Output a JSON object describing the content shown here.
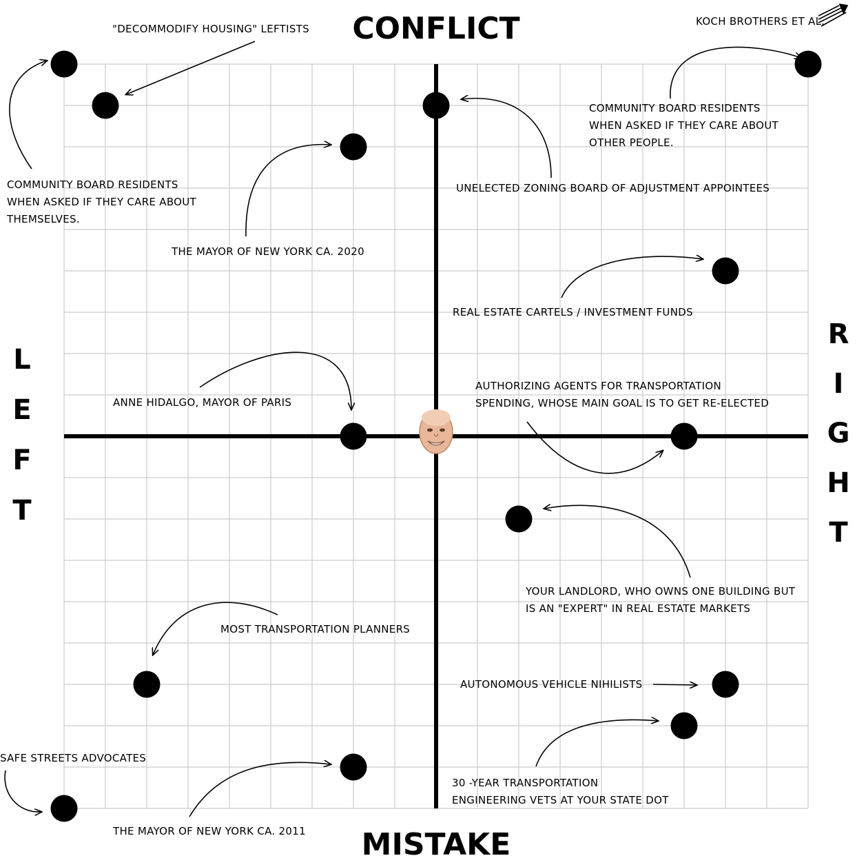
{
  "chart_data": {
    "type": "scatter",
    "title": "",
    "axis_labels": {
      "top": "CONFLICT",
      "bottom": "MISTAKE",
      "left": "LEFT",
      "right": "RIGHT"
    },
    "xlim": [
      -9,
      9
    ],
    "ylim": [
      -9,
      9
    ],
    "grid": true,
    "center_marker": {
      "x": 0,
      "y": 0,
      "icon": "face-photo-icon"
    },
    "points": [
      {
        "x": -9,
        "y": 9
      },
      {
        "x": -8,
        "y": 8
      },
      {
        "x": 0,
        "y": 8
      },
      {
        "x": 9,
        "y": 9
      },
      {
        "x": -2,
        "y": 7
      },
      {
        "x": 7,
        "y": 4
      },
      {
        "x": -2,
        "y": 0
      },
      {
        "x": 6,
        "y": 0
      },
      {
        "x": 2,
        "y": -2
      },
      {
        "x": -7,
        "y": -6
      },
      {
        "x": 7,
        "y": -6
      },
      {
        "x": 6,
        "y": -7
      },
      {
        "x": -2,
        "y": -8
      },
      {
        "x": -9,
        "y": -9
      }
    ],
    "annotations": [
      {
        "lines": [
          "\"DECOMMODIFY HOUSING\" LEFTISTS"
        ]
      },
      {
        "lines": [
          "KOCH BROTHERS ET AL."
        ]
      },
      {
        "lines": [
          "COMMUNITY BOARD RESIDENTS",
          "WHEN ASKED IF THEY CARE ABOUT",
          "OTHER PEOPLE."
        ]
      },
      {
        "lines": [
          "UNELECTED ZONING BOARD OF ADJUSTMENT APPOINTEES"
        ]
      },
      {
        "lines": [
          "COMMUNITY BOARD RESIDENTS",
          "WHEN ASKED IF THEY CARE ABOUT",
          "THEMSELVES."
        ]
      },
      {
        "lines": [
          "THE MAYOR OF NEW YORK CA. 2020"
        ]
      },
      {
        "lines": [
          "REAL ESTATE CARTELS / INVESTMENT FUNDS"
        ]
      },
      {
        "lines": [
          "ANNE HIDALGO, MAYOR OF PARIS"
        ]
      },
      {
        "lines": [
          "AUTHORIZING AGENTS FOR TRANSPORTATION",
          "SPENDING, WHOSE MAIN GOAL IS TO GET RE-ELECTED"
        ]
      },
      {
        "lines": [
          "YOUR LANDLORD, WHO OWNS ONE BUILDING BUT",
          "IS AN \"EXPERT\" IN REAL ESTATE MARKETS"
        ]
      },
      {
        "lines": [
          "MOST TRANSPORTATION PLANNERS"
        ]
      },
      {
        "lines": [
          "AUTONOMOUS VEHICLE NIHILISTS"
        ]
      },
      {
        "lines": [
          "SAFE STREETS ADVOCATES"
        ]
      },
      {
        "lines": [
          "THE MAYOR OF NEW YORK CA. 2011"
        ]
      },
      {
        "lines": [
          "30 -YEAR TRANSPORTATION",
          "ENGINEERING VETS AT YOUR STATE DOT"
        ]
      }
    ]
  }
}
